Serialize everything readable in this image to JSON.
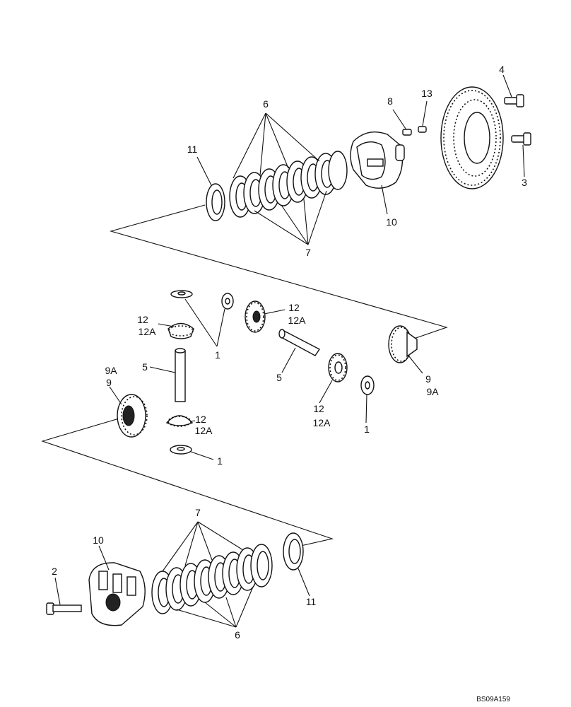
{
  "figure_ref": "BS09A159",
  "callouts": {
    "c6_top": "6",
    "c7_top": "7",
    "c11_top": "11",
    "c10_top": "10",
    "c8": "8",
    "c13": "13",
    "c4": "4",
    "c3": "3",
    "c1_a": "1",
    "c1_b": "1",
    "c1_c": "1",
    "c12_a": "12",
    "c12a_a": "12A",
    "c12_b": "12",
    "c12a_b": "12A",
    "c12_c": "12",
    "c12a_c": "12A",
    "c12_d": "12",
    "c12a_d": "12A",
    "c5_a": "5",
    "c5_b": "5",
    "c9_left": "9",
    "c9a_left": "9A",
    "c9_right": "9",
    "c9a_right": "9A",
    "c7_bot": "7",
    "c6_bot": "6",
    "c10_bot": "10",
    "c2": "2",
    "c11_bot": "11"
  }
}
